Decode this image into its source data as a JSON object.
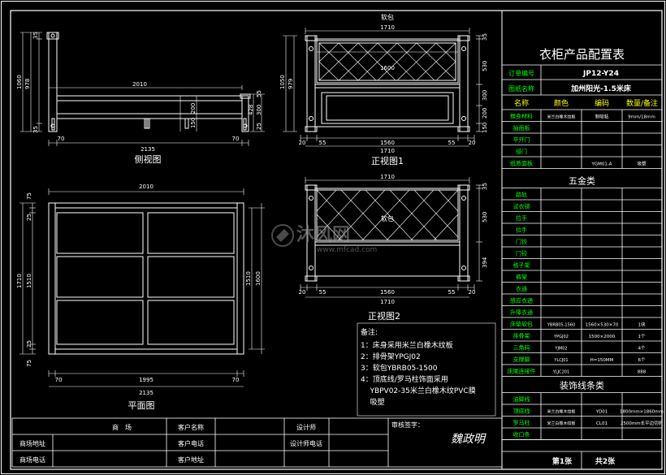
{
  "drawing": {
    "colors": {
      "background": "#000000",
      "line": "#ffffff",
      "dim": "#00c8c8",
      "green": "#00ff00",
      "yellow": "#ffff00",
      "red": "#ff4040"
    },
    "views": {
      "side_title": "侧视图",
      "front1_title": "正视图1",
      "front2_title": "正视图2",
      "plan_title": "平面图",
      "soft_pack": "软包",
      "soft_pack_2": "软包"
    },
    "dims": {
      "side": {
        "top_len": "2010",
        "bottom_len": "2135",
        "left_70": "70",
        "right_70": "70",
        "h1060": "1060",
        "h978": "978",
        "h35a": "35",
        "h35b": "35",
        "h428": "428",
        "h300": "300",
        "h200": "200",
        "h150": "150",
        "h25": "25",
        "h55": "55"
      },
      "front1": {
        "width_top": "1710",
        "inner": "1600",
        "h1050": "1050",
        "h979": "979",
        "r35": "35",
        "r530": "530",
        "r300": "300",
        "r200": "200",
        "r150": "150",
        "b20a": "20",
        "b55a": "55",
        "b1560": "1560",
        "b55b": "55",
        "b20b": "20",
        "b1710": "1710"
      },
      "front2": {
        "width_top": "1710",
        "r35": "35",
        "r530": "530",
        "r394": "394",
        "b20a": "20",
        "b55a": "55",
        "b1560": "1560",
        "b55b": "55",
        "b20b": "20",
        "b1710": "1710"
      },
      "plan": {
        "top_len": "2010",
        "h1710": "1710",
        "h1510": "1510",
        "h1600": "1600",
        "h1510b": "1510",
        "l75a": "75",
        "l25a": "25",
        "l25b": "25",
        "l75b": "75",
        "b70a": "70",
        "b1995": "1995",
        "b70b": "70",
        "b2135": "2135"
      }
    },
    "notes": {
      "title": "备注:",
      "lines": [
        "1：床身采用米兰白橡木纹板",
        "2：排骨架YPGJ02",
        "3：软包YBRB05-1500",
        "4：顶底线/罗马柱饰面采用",
        "    YBPV02-35米兰白橡木纹PVC膜",
        "    吸塑"
      ]
    },
    "title_block": {
      "r1": [
        "商　场",
        "客户名称",
        "设计师"
      ],
      "r2": [
        "商场地址",
        "客户电话",
        "设计师电话"
      ],
      "r3": [
        "商场电话",
        "客户地址"
      ],
      "review_label": "审核签字：",
      "signature": "魏政明"
    }
  },
  "config_table": {
    "title": "衣柜产品配置表",
    "order_no_label": "订单编号",
    "order_no": "JP12-Y24",
    "drawing_name_label": "图纸名称",
    "drawing_name": "加州阳光-1.5米床",
    "col_headers": [
      "名称",
      "颜色",
      "编码",
      "数量/备注"
    ],
    "board_rows": [
      {
        "name": "框身材料",
        "color": "米兰白橡木纹板",
        "code": "制吸粘",
        "qty": "9mm/18mm"
      },
      {
        "name": "抽面板",
        "color": "",
        "code": "",
        "qty": ""
      },
      {
        "name": "平开门",
        "color": "",
        "code": "",
        "qty": ""
      },
      {
        "name": "侵门",
        "color": "",
        "code": "",
        "qty": ""
      },
      {
        "name": "纸质面板",
        "color": "",
        "code": "YGM01-A",
        "qty": "吸塑"
      }
    ],
    "hardware_title": "五金类",
    "hardware_rows": [
      {
        "name": "路轨",
        "color": "",
        "code": "",
        "qty": ""
      },
      {
        "name": "试衣镜",
        "color": "",
        "code": "",
        "qty": ""
      },
      {
        "name": "拉手",
        "color": "",
        "code": "",
        "qty": ""
      },
      {
        "name": "拉手",
        "color": "",
        "code": "",
        "qty": ""
      },
      {
        "name": "门铰",
        "color": "",
        "code": "",
        "qty": ""
      },
      {
        "name": "门铰",
        "color": "",
        "code": "",
        "qty": ""
      },
      {
        "name": "格子架",
        "color": "",
        "code": "",
        "qty": ""
      },
      {
        "name": "裤架",
        "color": "",
        "code": "",
        "qty": ""
      },
      {
        "name": "衣通",
        "color": "",
        "code": "",
        "qty": ""
      },
      {
        "name": "感应衣通",
        "color": "",
        "code": "",
        "qty": ""
      },
      {
        "name": "升降衣通",
        "color": "",
        "code": "",
        "qty": ""
      },
      {
        "name": "床垫软包",
        "color": "YBRB05-1560",
        "code": "1560×530×70",
        "qty": "1块"
      },
      {
        "name": "排骨架",
        "color": "YPGJ02",
        "code": "1500×2000",
        "qty": "1个"
      },
      {
        "name": "三角码",
        "color": "YJM02",
        "code": "",
        "qty": "4个"
      },
      {
        "name": "支撑脚",
        "color": "YLCJ01",
        "code": "H=150MM",
        "qty": "6个"
      },
      {
        "name": "床尾连接件",
        "color": "YLJC201",
        "code": "",
        "qty": "888"
      }
    ],
    "trim_title": "装饰线条类",
    "trim_rows": [
      {
        "name": "油脚线",
        "color": "",
        "code": "",
        "qty": ""
      },
      {
        "name": "顶底线",
        "color": "米兰白橡木纹板",
        "code": "YD01",
        "qty": "1800mm×1860mm"
      },
      {
        "name": "罗马柱",
        "color": "米兰白橡木纹板",
        "code": "CL01",
        "qty": "2500mm长平边切折"
      },
      {
        "name": "收口条",
        "color": "",
        "code": "",
        "qty": ""
      }
    ],
    "page_label": "第1张",
    "total_label": "共2张"
  }
}
